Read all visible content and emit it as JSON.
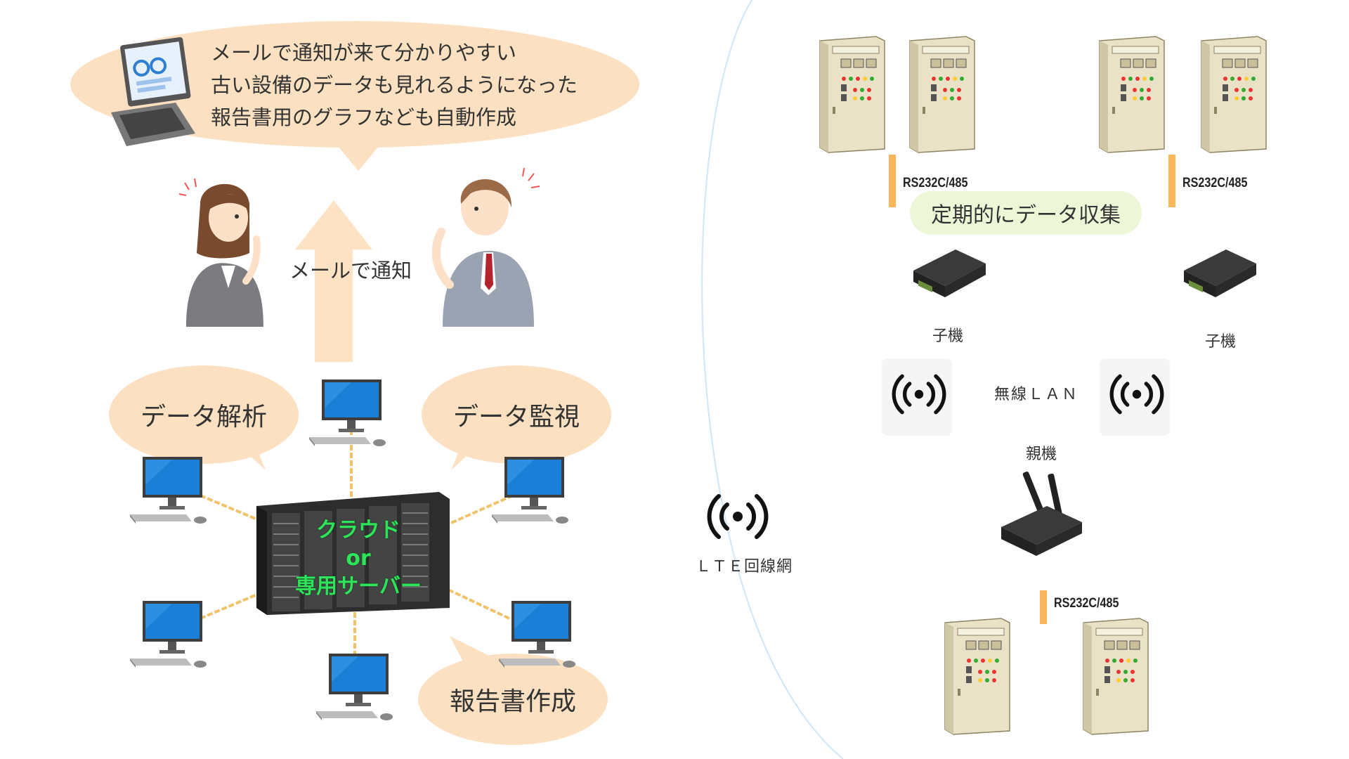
{
  "notification_bubble": {
    "lines": [
      "メールで通知が来て分かりやすい",
      "古い設備のデータも見れるようになった",
      "報告書用のグラフなども自動作成"
    ]
  },
  "mail_notify_label": "メールで通知",
  "bubbles": {
    "data_analysis": "データ解析",
    "data_monitoring": "データ監視",
    "report_creation": "報告書作成"
  },
  "server": {
    "line1": "クラウド",
    "line2": "or",
    "line3": "専用サーバー"
  },
  "lte_label": "ＬＴＥ回線網",
  "right": {
    "rs_label": "RS232C/485",
    "periodic_collection": "定期的にデータ収集",
    "child_unit": "子機",
    "wireless_lan": "無線ＬＡＮ",
    "parent_unit": "親機"
  },
  "colors": {
    "bubble": "#fbe1c1",
    "arrow": "#fde3c4",
    "connector": "#f9b65a",
    "cabinet": "#e9e2c6",
    "server_text": "#2fe35a",
    "monitor_screen": "#1a7fd6"
  },
  "icons": [
    "laptop-icon",
    "woman-icon",
    "man-icon",
    "pc-icon",
    "server-rack-icon",
    "control-cabinet-icon",
    "router-icon",
    "wireless-signal-icon"
  ]
}
